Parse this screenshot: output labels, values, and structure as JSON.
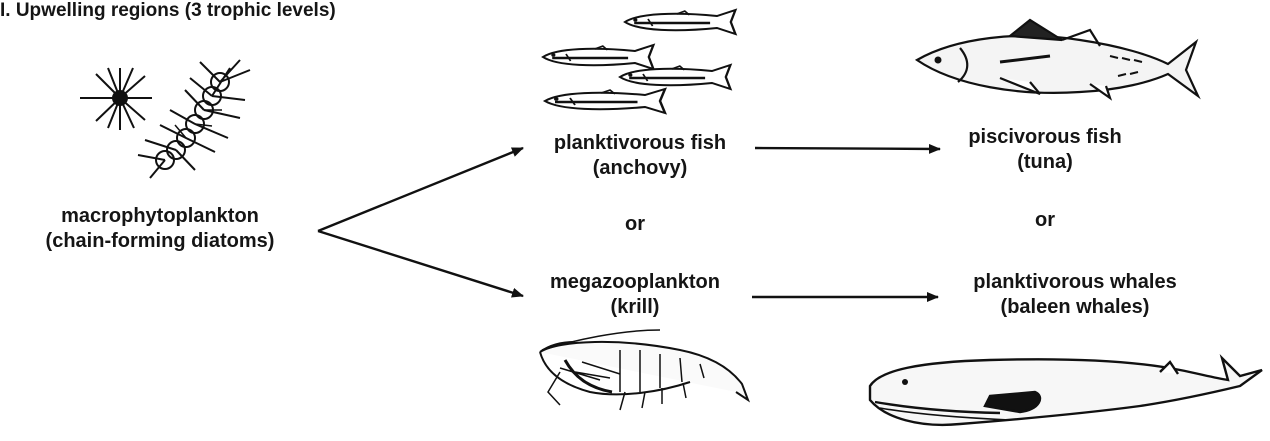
{
  "title": "I. Upwelling regions (3 trophic levels)",
  "nodes": {
    "source": {
      "line1": "macrophytoplankton",
      "line2": "(chain-forming diatoms)"
    },
    "top_middle": {
      "line1": "planktivorous fish",
      "line2": "(anchovy)"
    },
    "top_right": {
      "line1": "piscivorous fish",
      "line2": "(tuna)"
    },
    "bottom_middle": {
      "line1": "megazooplankton",
      "line2": "(krill)"
    },
    "bottom_right": {
      "line1": "planktivorous whales",
      "line2": "(baleen whales)"
    }
  },
  "connectors": {
    "middle_or": "or",
    "right_or": "or"
  },
  "illustrations": [
    "diatoms-illustration",
    "anchovy-school-illustration",
    "tuna-illustration",
    "krill-illustration",
    "whale-illustration"
  ]
}
